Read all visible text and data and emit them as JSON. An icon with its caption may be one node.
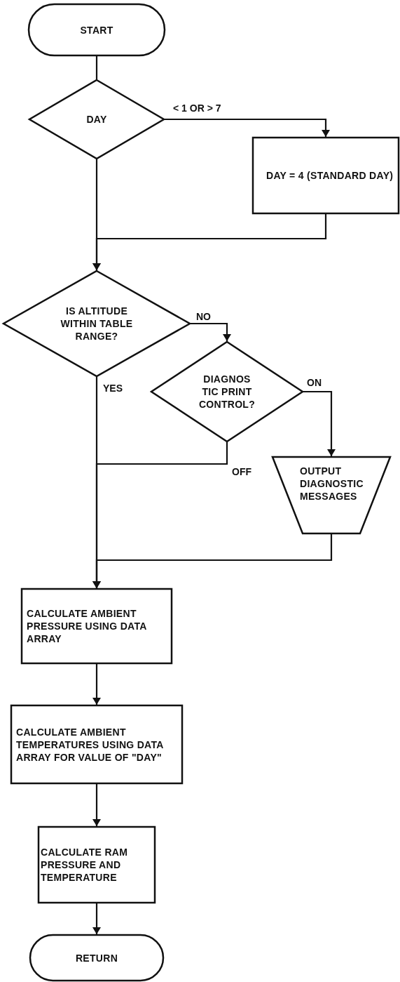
{
  "diagram": {
    "nodes": [
      {
        "text": [
          "START"
        ]
      },
      {
        "text": [
          "DAY"
        ]
      },
      {
        "text": [
          "DAY = 4 (STANDARD DAY)"
        ]
      },
      {
        "text": [
          "IS ALTITUDE WITHIN TABLE RANGE?"
        ]
      },
      {
        "text": [
          "DIAGNOS TIC PRINT CONTROL?"
        ]
      },
      {
        "text": [
          "OUTPUT DIAGNOSTIC MESSAGES"
        ]
      },
      {
        "text": [
          "CALCULATE AMBIENT PRESSURE USING DATA ARRAY"
        ]
      },
      {
        "text": [
          "CALCULATE AMBIENT TEMPERATURES USING DATA ARRAY FOR VALUE OF \"DAY\""
        ]
      },
      {
        "text": [
          "CALCULATE RAM PRESSURE AND TEMPERATURE"
        ]
      },
      {
        "text": [
          "RETURN"
        ]
      }
    ],
    "edges": [
      {
        "from": 0,
        "to": 1,
        "arrow": "none"
      },
      {
        "from": 1,
        "to": 2,
        "arrow": "to",
        "label": "< 1 OR > 7"
      },
      {
        "from": 1,
        "to": 3,
        "arrow": "to"
      },
      {
        "from": 2,
        "to": 3,
        "arrow": "to"
      },
      {
        "from": 3,
        "to": 4,
        "arrow": "to",
        "label": "NO"
      },
      {
        "from": 3,
        "to": 6,
        "arrow": "to",
        "label": "YES"
      },
      {
        "from": 4,
        "to": 6,
        "arrow": "to",
        "label": "OFF"
      },
      {
        "from": 4,
        "to": 5,
        "arrow": "to",
        "label": "ON"
      },
      {
        "from": 5,
        "to": 6,
        "arrow": "to"
      },
      {
        "from": 6,
        "to": 7,
        "arrow": "to"
      },
      {
        "from": 7,
        "to": 8,
        "arrow": "to"
      },
      {
        "from": 8,
        "to": 9,
        "arrow": "to"
      }
    ]
  }
}
